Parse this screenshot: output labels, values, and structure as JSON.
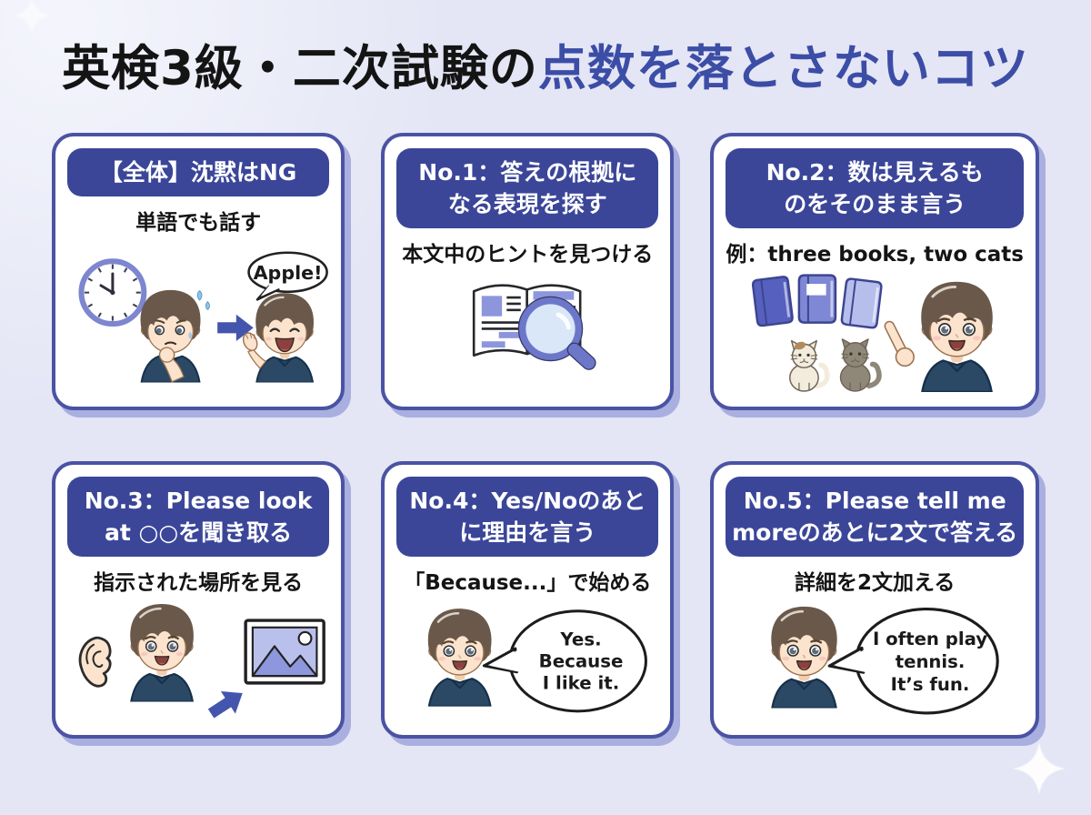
{
  "colors": {
    "bg": "#e4e6f5",
    "card-bg": "#ffffff",
    "card-border": "#4a53a3",
    "card-shadow": "#a9afdf",
    "header-bg": "#3b4699",
    "header-text": "#ffffff",
    "title-text": "#141414",
    "accent": "#3c4da6",
    "arrow": "#4355ad",
    "skin": "#fbe3cd",
    "hair": "#6a594a",
    "shirt": "#2b4965"
  },
  "title": {
    "black": "英検3級・二次試験の",
    "accent": "点数を落とさないコツ"
  },
  "cards": [
    {
      "header": "【全体】沈黙はNG",
      "subtitle": "単語でも話す",
      "bubble": "Apple!"
    },
    {
      "header": "No.1：答えの根拠に\nなる表現を探す",
      "subtitle": "本文中のヒントを見つける"
    },
    {
      "header": "No.2：数は見えるも\nのをそのまま言う",
      "subtitle": "例：three books, two cats"
    },
    {
      "header": "No.3：Please look\nat ○○を聞き取る",
      "subtitle": "指示された場所を見る"
    },
    {
      "header": "No.4：Yes/Noのあと\nに理由を言う",
      "subtitle": "「Because...」で始める",
      "bubble_lines": [
        "Yes.",
        "Because",
        "I like it."
      ]
    },
    {
      "header": "No.5：Please tell me\nmoreのあとに2文で答える",
      "subtitle": "詳細を2文加える",
      "bubble_lines": [
        "I often play",
        "tennis.",
        "It’s fun."
      ]
    }
  ]
}
